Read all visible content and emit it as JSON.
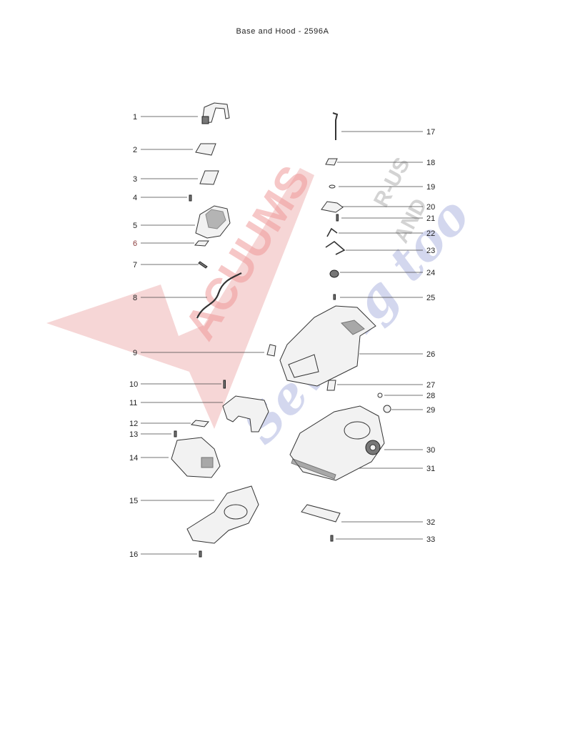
{
  "title": "Base and Hood - 2596A",
  "watermark": {
    "brand_main": "ACUUMS",
    "brand_suffix": "R-US",
    "brand_and": "AND",
    "brand_script": "Sewing too",
    "colors": {
      "red": "#ef5350",
      "blue": "#7986cb",
      "gray": "#9e9e9e"
    }
  },
  "callouts": [
    {
      "label": "1",
      "side": "left"
    },
    {
      "label": "2",
      "side": "left"
    },
    {
      "label": "3",
      "side": "left"
    },
    {
      "label": "4",
      "side": "left"
    },
    {
      "label": "5",
      "side": "left"
    },
    {
      "label": "6",
      "side": "left"
    },
    {
      "label": "7",
      "side": "left"
    },
    {
      "label": "8",
      "side": "left"
    },
    {
      "label": "9",
      "side": "left"
    },
    {
      "label": "10",
      "side": "left"
    },
    {
      "label": "11",
      "side": "left"
    },
    {
      "label": "12",
      "side": "left"
    },
    {
      "label": "13",
      "side": "left"
    },
    {
      "label": "14",
      "side": "left"
    },
    {
      "label": "15",
      "side": "left"
    },
    {
      "label": "16",
      "side": "left"
    },
    {
      "label": "17",
      "side": "right"
    },
    {
      "label": "18",
      "side": "right"
    },
    {
      "label": "19",
      "side": "right"
    },
    {
      "label": "20",
      "side": "right"
    },
    {
      "label": "21",
      "side": "right"
    },
    {
      "label": "22",
      "side": "right"
    },
    {
      "label": "23",
      "side": "right"
    },
    {
      "label": "24",
      "side": "right"
    },
    {
      "label": "25",
      "side": "right"
    },
    {
      "label": "26",
      "side": "right"
    },
    {
      "label": "27",
      "side": "right"
    },
    {
      "label": "28",
      "side": "right"
    },
    {
      "label": "29",
      "side": "right"
    },
    {
      "label": "30",
      "side": "right"
    },
    {
      "label": "31",
      "side": "right"
    },
    {
      "label": "32",
      "side": "right"
    },
    {
      "label": "33",
      "side": "right"
    }
  ]
}
